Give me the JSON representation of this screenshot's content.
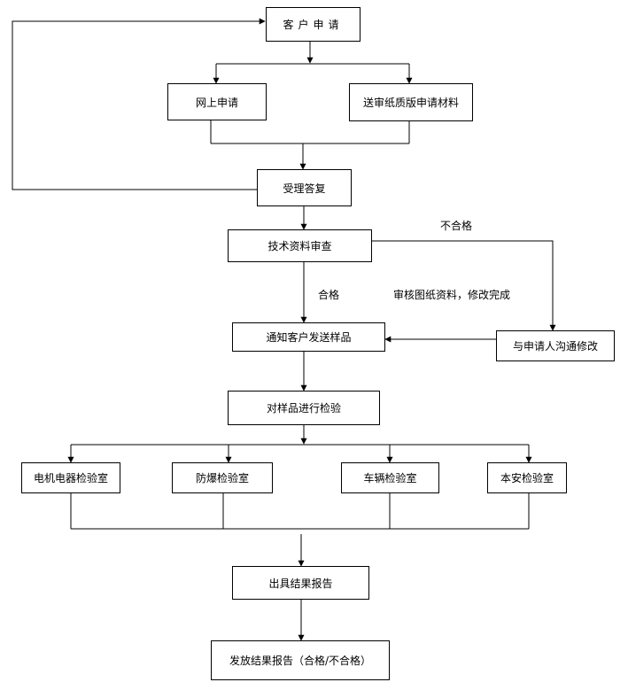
{
  "nodes": {
    "customer_apply": "客户申请",
    "online_apply": "网上申请",
    "paper_apply": "送审纸质版申请材料",
    "accept_reply": "受理答复",
    "tech_review": "技术资料审查",
    "notify_send_sample": "通知客户发送样品",
    "communicate_modify": "与申请人沟通修改",
    "inspect_sample": "对样品进行检验",
    "lab_motor": "电机电器检验室",
    "lab_explosion": "防爆检验室",
    "lab_vehicle": "车辆检验室",
    "lab_intrinsic": "本安检验室",
    "issue_report": "出具结果报告",
    "release_report": "发放结果报告（合格/不合格）"
  },
  "edge_labels": {
    "fail": "不合格",
    "pass": "合格",
    "revise_done": "审核图纸资料，修改完成"
  }
}
